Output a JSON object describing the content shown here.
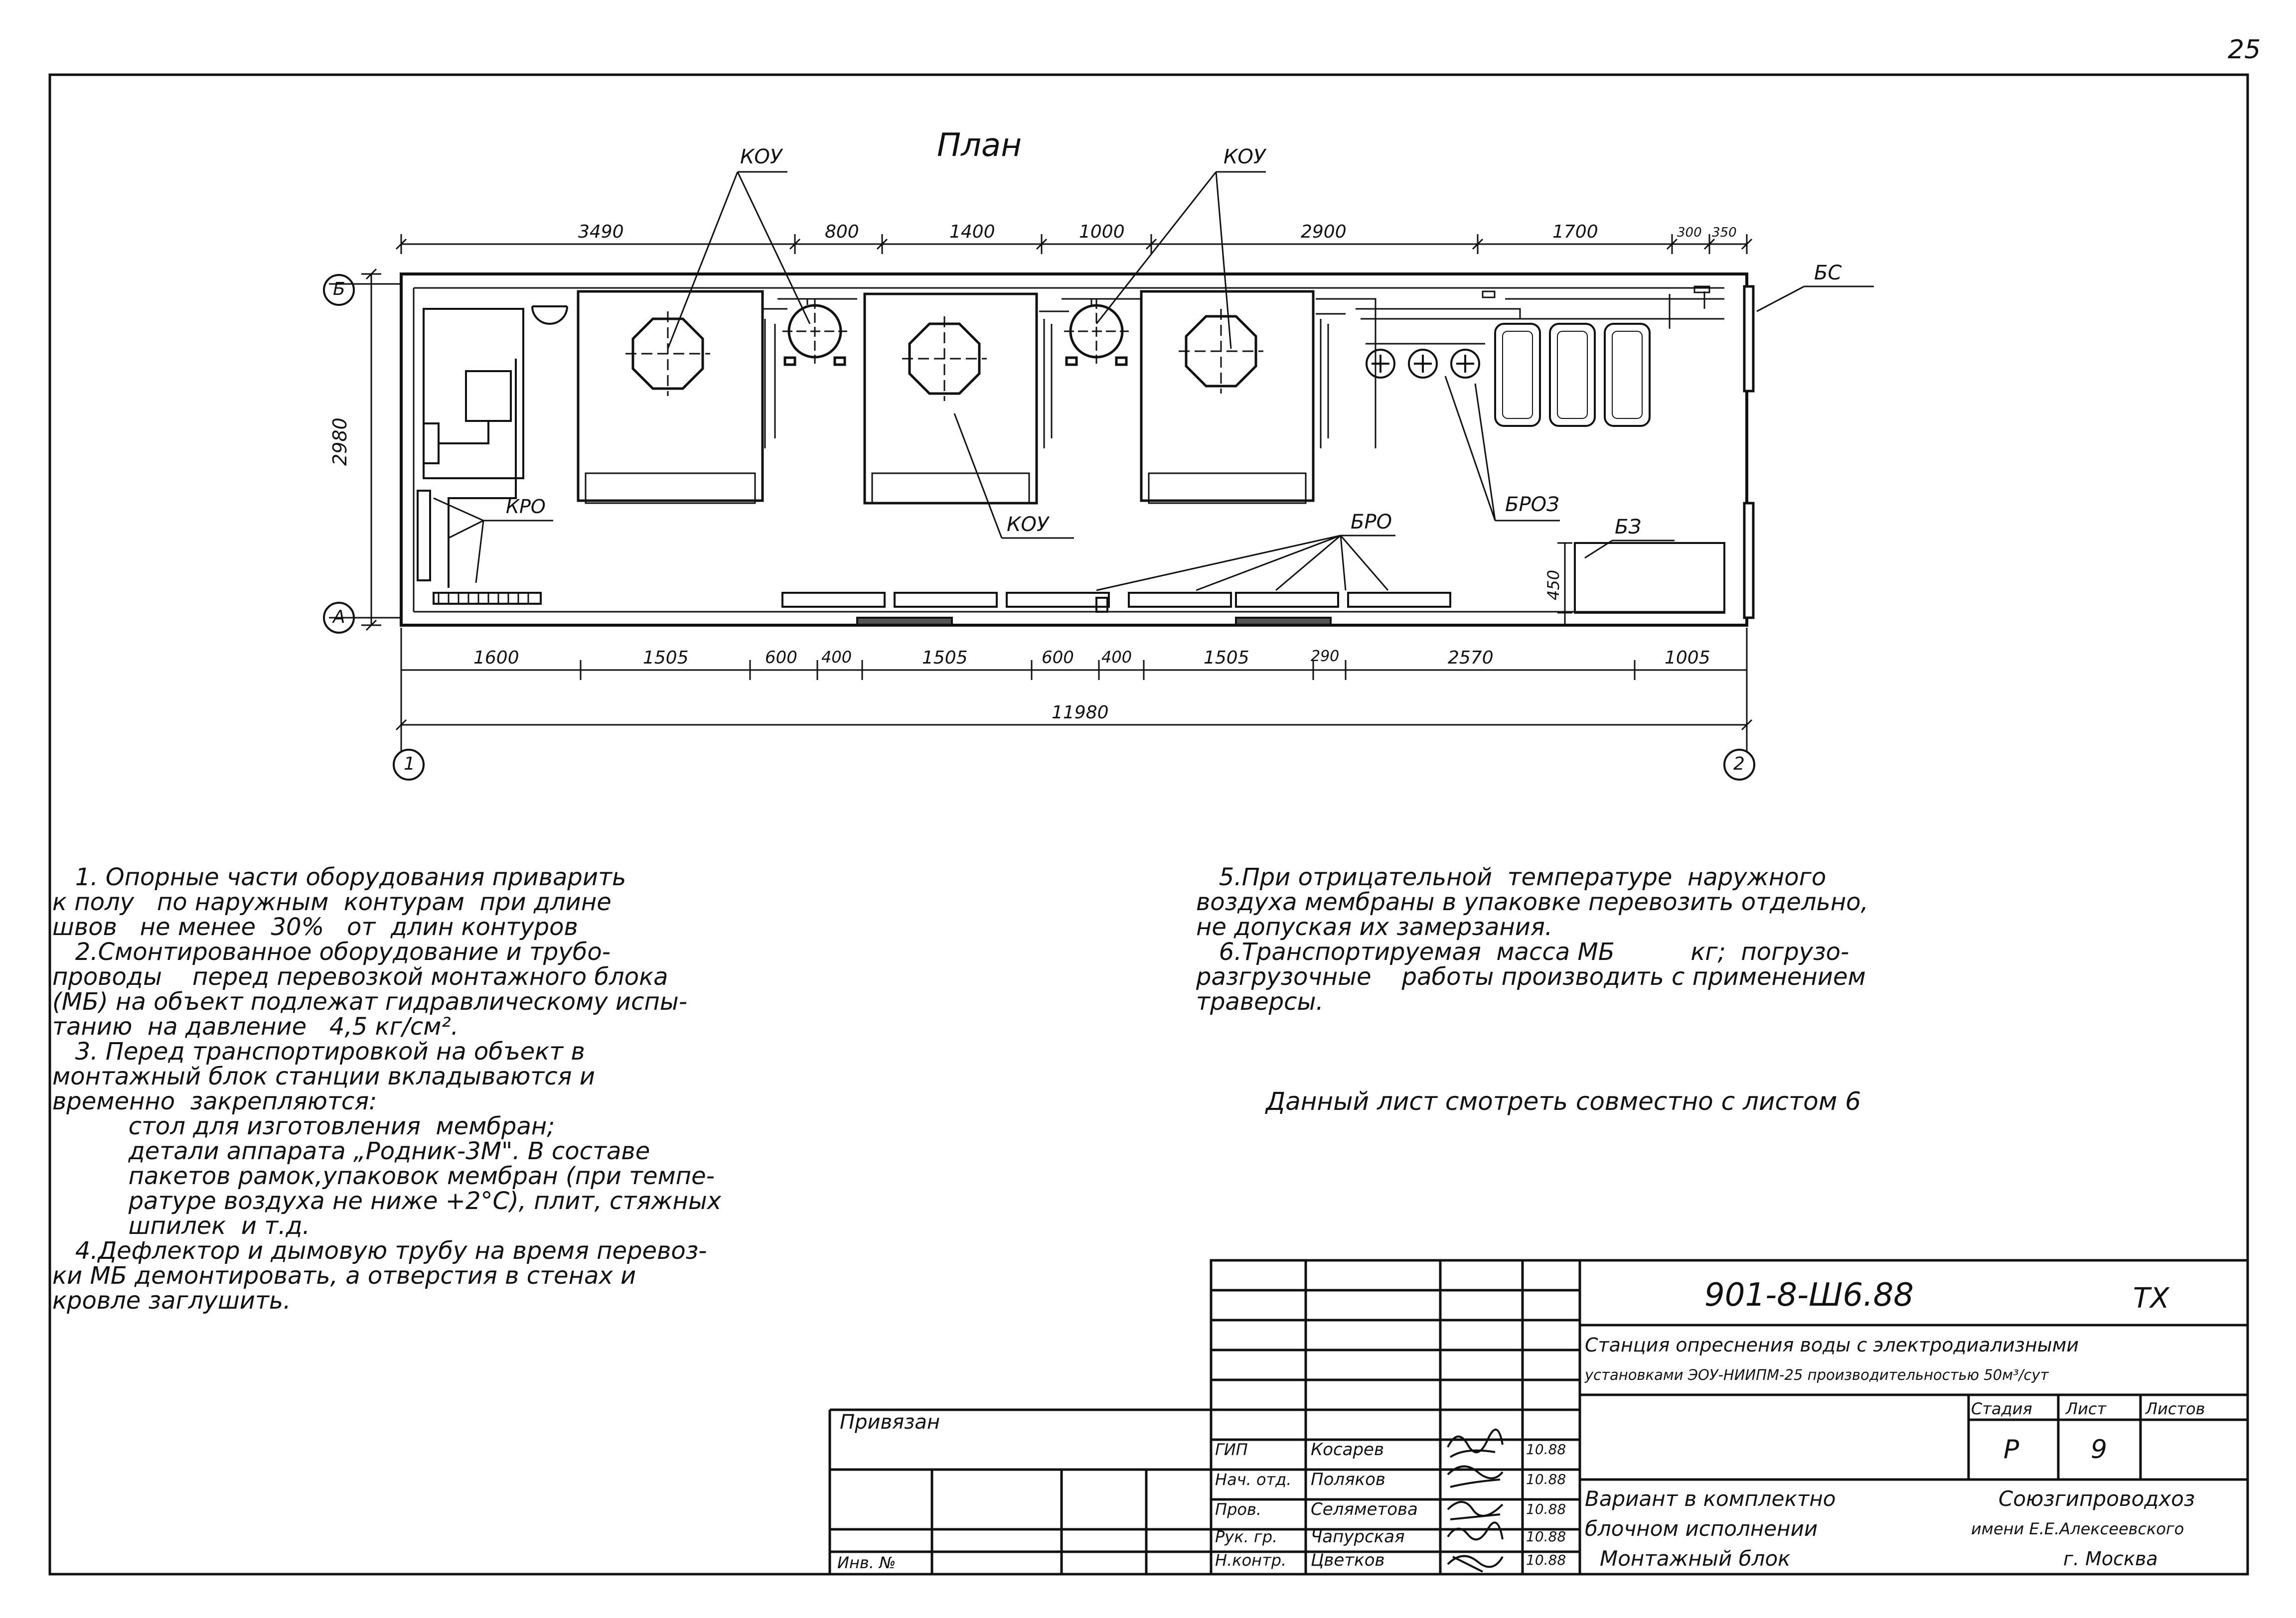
{
  "page_number": "25",
  "plan": {
    "title": "План",
    "labels": {
      "kou": "КОУ",
      "kro": "КРО",
      "bro": "БРО",
      "bro3": "БРОЗ",
      "b3": "БЗ",
      "bs": "БС"
    },
    "axes": {
      "b": "Б",
      "a": "А",
      "one": "1",
      "two": "2"
    },
    "dims_top": [
      "3490",
      "800",
      "1400",
      "1000",
      "2900",
      "1700",
      "300",
      "350"
    ],
    "dims_bottom": [
      "1600",
      "1505",
      "600",
      "400",
      "1505",
      "600",
      "400",
      "1505",
      "290",
      "2570",
      "1005"
    ],
    "dim_total": "11980",
    "dim_height": "2980",
    "dim_small": "450"
  },
  "notes_left": [
    "   1. Опорные части оборудования приварить",
    "к полу   по наружным  контурам  при длине",
    "швов   не менее  30%   от  длин контуров",
    "   2.Смонтированное оборудование и трубо-",
    "проводы    перед перевозкой монтажного блока",
    "(МБ) на объект подлежат гидравлическому испы-",
    "танию  на давление   4,5 кг/см².",
    "   3. Перед транспортировкой на объект в",
    "монтажный блок станции вкладываются и",
    "временно  закрепляются:",
    "          стол для изготовления  мембран;",
    "          детали аппарата „Родник-3М\". В составе",
    "          пакетов рамок,упаковок мембран (при темпе-",
    "          ратуре воздуха не ниже +2°С), плит, стяжных",
    "          шпилек  и т.д.",
    "   4.Дефлектор и дымовую трубу на время перевоз-",
    "ки МБ демонтировать, а отверстия в стенах и",
    "кровле заглушить."
  ],
  "notes_right": [
    "   5.При отрицательной  температуре  наружного",
    "воздуха мембраны в упаковке перевозить отдельно,",
    "не допуская их замерзания.",
    "   6.Транспортируемая  масса МБ          кг;  погрузо-",
    "разгрузочные    работы производить с применением",
    "траверсы."
  ],
  "note_see": "Данный лист смотреть совместно с листом 6",
  "title_block": {
    "code": "901-8-Ш6.88",
    "mark": "ТХ",
    "title_line1": "Станция опреснения воды с электродиализными",
    "title_line2": "установками ЭОУ-НИИПМ-25 производительностью 50м³/сут",
    "privyazan": "Привязан",
    "inv_no": "Инв. №",
    "stage_header": "Стадия",
    "sheet_header": "Лист",
    "sheets_header": "Листов",
    "stage": "Р",
    "sheet": "9",
    "sheets": "",
    "variant_line1": "Вариант в комплектно",
    "variant_line2": "блочном исполнении",
    "variant_line3": "Монтажный блок",
    "org_line1": "Союзгипроводхоз",
    "org_line2": "имени Е.Е.Алексеевского",
    "org_line3": "г. Москва",
    "people": [
      {
        "role": "ГИП",
        "name": "Косарев",
        "date": "10.88"
      },
      {
        "role": "Нач. отд.",
        "name": "Поляков",
        "date": "10.88"
      },
      {
        "role": "Пров.",
        "name": "Селяметова",
        "date": "10.88"
      },
      {
        "role": "Рук. гр.",
        "name": "Чапурская",
        "date": "10.88"
      },
      {
        "role": "Н.контр.",
        "name": "Цветков",
        "date": "10.88"
      }
    ]
  }
}
